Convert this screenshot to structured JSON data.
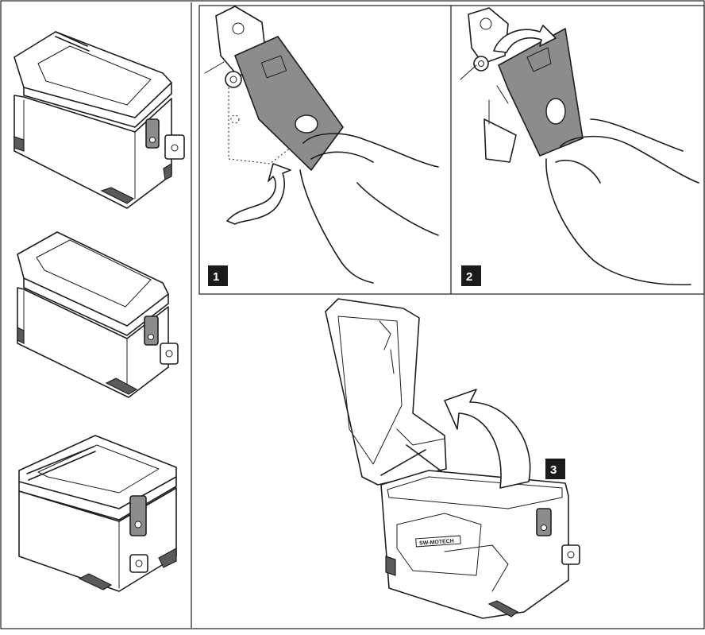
{
  "steps": [
    {
      "number": "1"
    },
    {
      "number": "2"
    },
    {
      "number": "3"
    }
  ],
  "case_brand": "SW-MOTECH",
  "colors": {
    "line": "#1e1e1e",
    "latch_grey": "#8c8c8c",
    "badge_bg": "#1b1b1b",
    "badge_text": "#ffffff"
  },
  "icons": [
    "curved-arrow-icon",
    "rotate-arrow-icon"
  ]
}
